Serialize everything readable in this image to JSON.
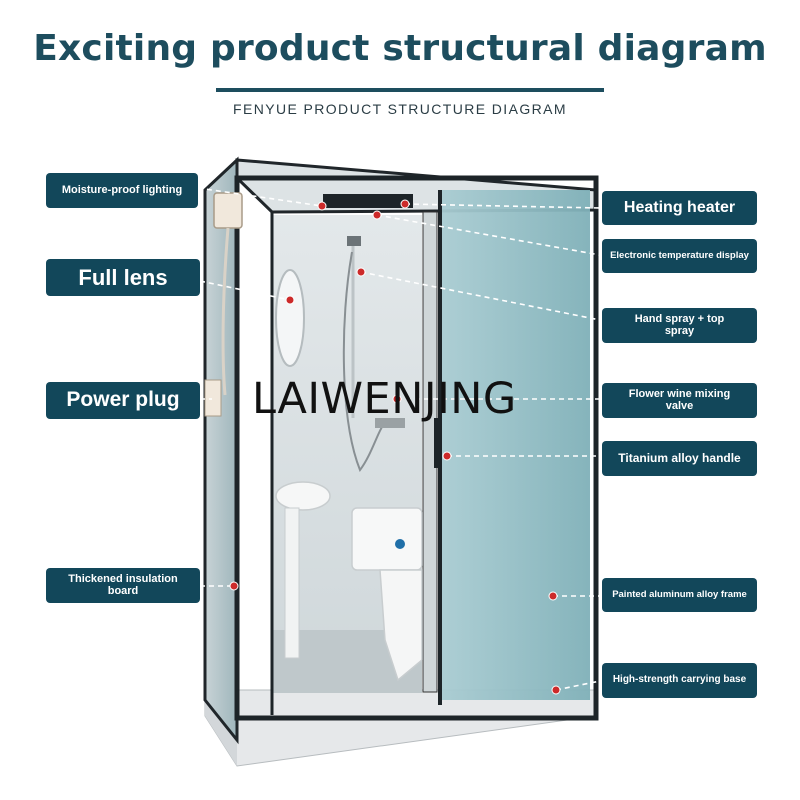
{
  "header": {
    "title": "Exciting product structural diagram",
    "subtitle": "FENYUE PRODUCT STRUCTURE DIAGRAM"
  },
  "watermark": "LAIWENJING",
  "labels": {
    "moisture_proof_lighting": "Moisture-proof lighting",
    "full_lens": "Full lens",
    "power_plug": "Power plug",
    "thickened_insulation_board": "Thickened insulation board",
    "heating_heater": "Heating heater",
    "electronic_temperature_display": "Electronic temperature display",
    "hand_spray_top_spray": "Hand spray + top spray",
    "flower_wine_mixing_valve": "Flower wine mixing valve",
    "titanium_alloy_handle": "Titanium alloy handle",
    "painted_aluminum_alloy_frame": "Painted aluminum alloy frame",
    "high_strength_carrying_base": "High-strength carrying base"
  },
  "colors": {
    "label_bg": "#12475a",
    "title": "#1d4d5e",
    "marker": "#cc2a2a"
  }
}
